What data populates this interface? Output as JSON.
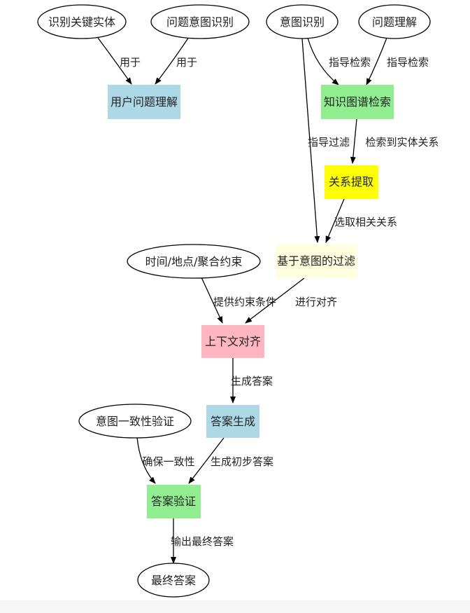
{
  "nodes": {
    "identify_entities": {
      "label": "识别关键实体",
      "shape": "ellipse"
    },
    "question_intent": {
      "label": "问题意图识别",
      "shape": "ellipse"
    },
    "intent_recognition": {
      "label": "意图识别",
      "shape": "ellipse"
    },
    "question_understanding": {
      "label": "问题理解",
      "shape": "ellipse"
    },
    "user_question_understanding": {
      "label": "用户问题理解",
      "shape": "box",
      "fill": "#add8e6"
    },
    "kg_retrieval": {
      "label": "知识图谱检索",
      "shape": "box",
      "fill": "#90ee90"
    },
    "relation_extraction": {
      "label": "关系提取",
      "shape": "box",
      "fill": "#ffff00"
    },
    "intent_filter": {
      "label": "基于意图的过滤",
      "shape": "box",
      "fill": "#ffffe0"
    },
    "constraints": {
      "label": "时间/地点/聚合约束",
      "shape": "ellipse"
    },
    "context_alignment": {
      "label": "上下文对齐",
      "shape": "box",
      "fill": "#ffb6c1"
    },
    "answer_generation": {
      "label": "答案生成",
      "shape": "box",
      "fill": "#add8e6"
    },
    "intent_consistency": {
      "label": "意图一致性验证",
      "shape": "ellipse"
    },
    "answer_verification": {
      "label": "答案验证",
      "shape": "box",
      "fill": "#90ee90"
    },
    "final_answer": {
      "label": "最终答案",
      "shape": "ellipse"
    }
  },
  "edges": [
    {
      "from": "identify_entities",
      "to": "user_question_understanding",
      "label": "用于"
    },
    {
      "from": "question_intent",
      "to": "user_question_understanding",
      "label": "用于"
    },
    {
      "from": "intent_recognition",
      "to": "kg_retrieval",
      "label": "指导检索"
    },
    {
      "from": "question_understanding",
      "to": "kg_retrieval",
      "label": "指导检索"
    },
    {
      "from": "intent_recognition",
      "to": "intent_filter",
      "label": "指导过滤"
    },
    {
      "from": "kg_retrieval",
      "to": "relation_extraction",
      "label": "检索到实体关系"
    },
    {
      "from": "relation_extraction",
      "to": "intent_filter",
      "label": "选取相关关系"
    },
    {
      "from": "constraints",
      "to": "context_alignment",
      "label": "提供约束条件"
    },
    {
      "from": "intent_filter",
      "to": "context_alignment",
      "label": "进行对齐"
    },
    {
      "from": "context_alignment",
      "to": "answer_generation",
      "label": "生成答案"
    },
    {
      "from": "intent_consistency",
      "to": "answer_verification",
      "label": "确保一致性"
    },
    {
      "from": "answer_generation",
      "to": "answer_verification",
      "label": "生成初步答案"
    },
    {
      "from": "answer_verification",
      "to": "final_answer",
      "label": "输出最终答案"
    }
  ],
  "colors": {
    "stroke": "#000000",
    "text": "#222222",
    "background": "#ffffff",
    "bottom_strip": "#f6f6f6"
  }
}
